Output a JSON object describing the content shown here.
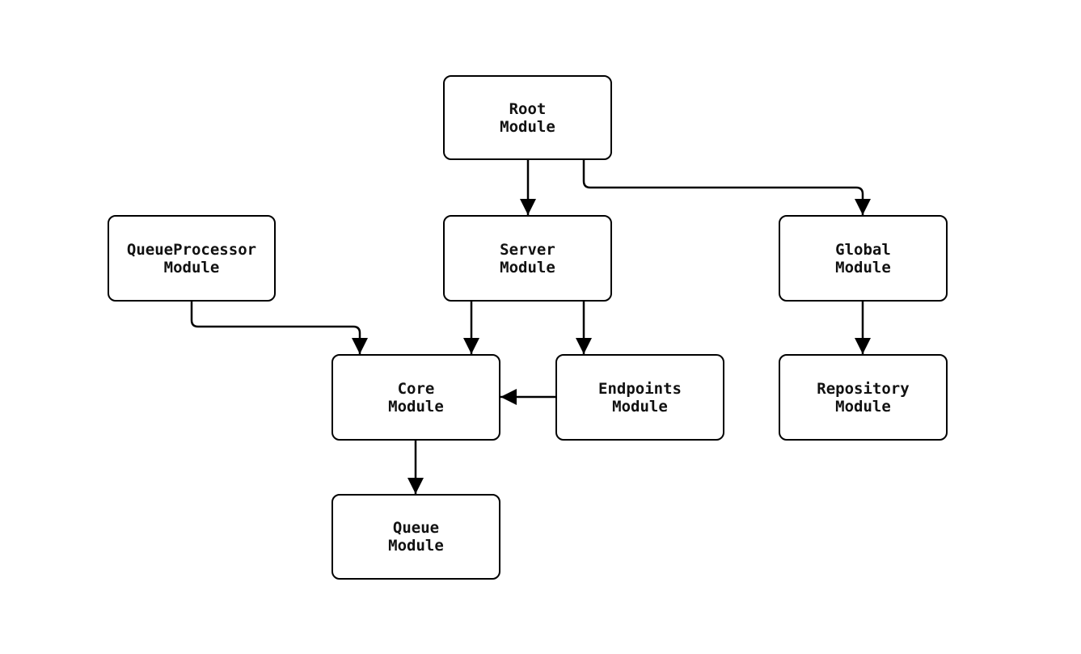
{
  "diagram": {
    "colors": {
      "background": "#ffffff",
      "node_fill": "#ffffff",
      "stroke": "#000000",
      "text": "#111111"
    },
    "nodes": [
      {
        "id": "root",
        "label": "Root\nModule"
      },
      {
        "id": "queueprocessor",
        "label": "QueueProcessor\nModule"
      },
      {
        "id": "server",
        "label": "Server\nModule"
      },
      {
        "id": "global",
        "label": "Global\nModule"
      },
      {
        "id": "core",
        "label": "Core\nModule"
      },
      {
        "id": "endpoints",
        "label": "Endpoints\nModule"
      },
      {
        "id": "repository",
        "label": "Repository\nModule"
      },
      {
        "id": "queue",
        "label": "Queue\nModule"
      }
    ],
    "edges": [
      {
        "from": "root",
        "to": "server"
      },
      {
        "from": "root",
        "to": "global"
      },
      {
        "from": "queueprocessor",
        "to": "core"
      },
      {
        "from": "server",
        "to": "core"
      },
      {
        "from": "server",
        "to": "endpoints"
      },
      {
        "from": "endpoints",
        "to": "core"
      },
      {
        "from": "global",
        "to": "repository"
      },
      {
        "from": "core",
        "to": "queue"
      }
    ]
  }
}
